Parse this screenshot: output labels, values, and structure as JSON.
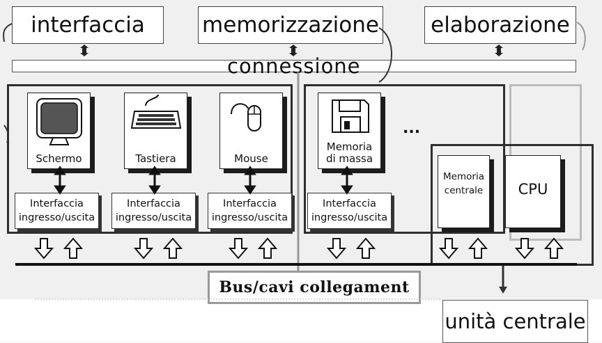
{
  "top": {
    "interfaccia": "interfaccia",
    "memorizzazione": "memorizzazione",
    "elaborazione": "elaborazione"
  },
  "connessione": "connessione",
  "devices": {
    "schermo": "Schermo",
    "tastiera": "Tastiera",
    "mouse": "Mouse",
    "memoria_massa": "Memoria di massa"
  },
  "interface_label": {
    "line1": "Interfaccia",
    "line2": "ingresso/uscita"
  },
  "ellipsis": "...",
  "memoria_centrale": "Memoria centrale",
  "cpu": "CPU",
  "bus": "Bus/cavi collegament",
  "unita_centrale": "unità centrale"
}
